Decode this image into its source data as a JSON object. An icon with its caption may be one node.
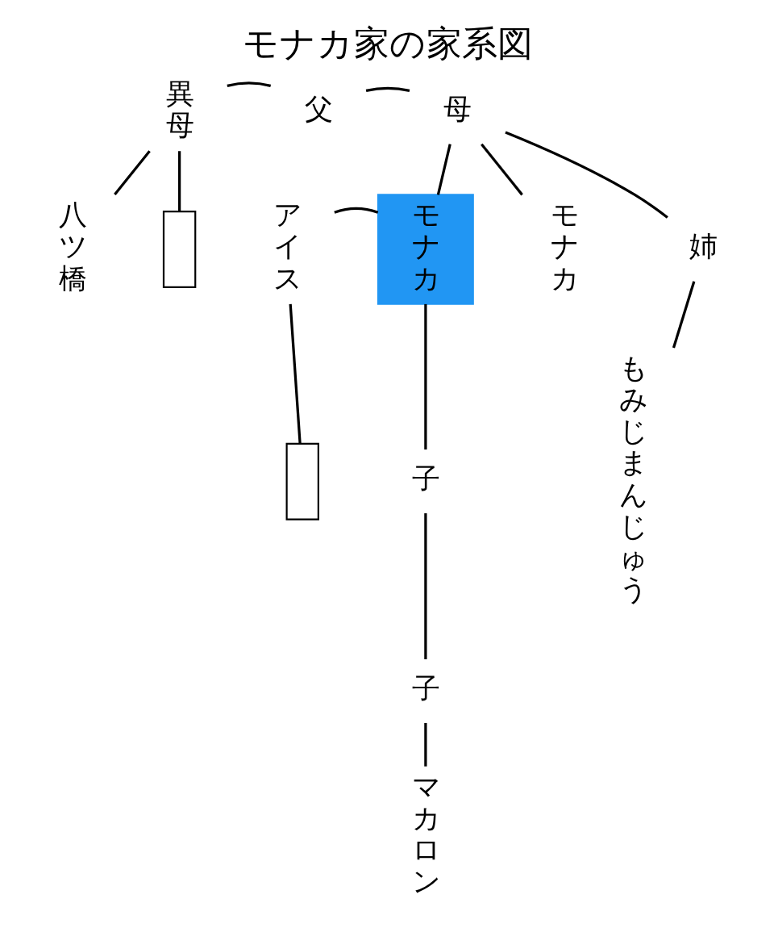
{
  "diagram": {
    "title": "モナカ家の家系図",
    "nodes": [
      {
        "text": [
          "異母"
        ]
      },
      {
        "text": [
          "父"
        ]
      },
      {
        "text": [
          "母"
        ]
      },
      {
        "text": [
          "八ツ橋"
        ]
      },
      {
        "text": [],
        "shape": "box"
      },
      {
        "text": [
          "アイス"
        ]
      },
      {
        "text": [
          "モナカ"
        ]
      },
      {
        "text": [
          "モナカ"
        ]
      },
      {
        "text": [
          "姉"
        ]
      },
      {
        "text": [],
        "shape": "box"
      },
      {
        "text": [
          "子"
        ]
      },
      {
        "text": [
          "子"
        ]
      },
      {
        "text": [
          "マカロン"
        ]
      },
      {
        "text": [
          "もみじまんじゅう"
        ]
      }
    ],
    "edges": [
      {
        "from": 0,
        "to": 1,
        "arrow": "none"
      },
      {
        "from": 1,
        "to": 2,
        "arrow": "none"
      },
      {
        "from": 0,
        "to": 3,
        "arrow": "none"
      },
      {
        "from": 0,
        "to": 4,
        "arrow": "none"
      },
      {
        "from": 2,
        "to": 6,
        "arrow": "none"
      },
      {
        "from": 2,
        "to": 7,
        "arrow": "none"
      },
      {
        "from": 2,
        "to": 8,
        "arrow": "none"
      },
      {
        "from": 5,
        "to": 6,
        "arrow": "none"
      },
      {
        "from": 5,
        "to": 9,
        "arrow": "none"
      },
      {
        "from": 6,
        "to": 10,
        "arrow": "none"
      },
      {
        "from": 10,
        "to": 11,
        "arrow": "none"
      },
      {
        "from": 11,
        "to": 12,
        "arrow": "none"
      },
      {
        "from": 8,
        "to": 13,
        "arrow": "none"
      }
    ]
  }
}
